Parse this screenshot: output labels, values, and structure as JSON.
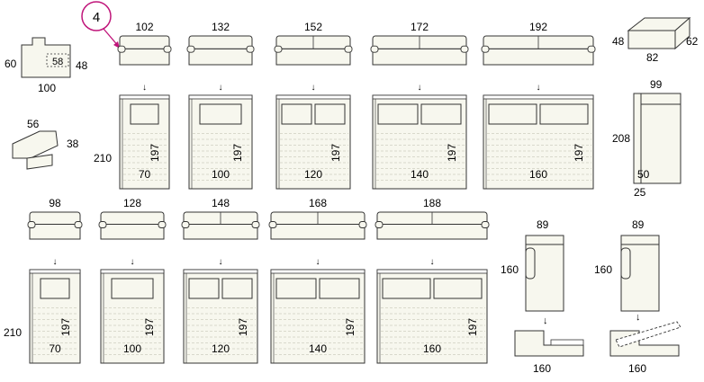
{
  "callout": "4",
  "armrest": {
    "depth": "100",
    "height": "60",
    "seat_height": "48",
    "inner": "58"
  },
  "cushion": {
    "width": "56",
    "depth": "38"
  },
  "row1": [
    {
      "sofa_width": "102",
      "mattress_width": "70",
      "mattress_length": "197",
      "pillows": 1
    },
    {
      "sofa_width": "132",
      "mattress_width": "100",
      "mattress_length": "197",
      "pillows": 1
    },
    {
      "sofa_width": "152",
      "mattress_width": "120",
      "mattress_length": "197",
      "pillows": 2
    },
    {
      "sofa_width": "172",
      "mattress_width": "140",
      "mattress_length": "197",
      "pillows": 2
    },
    {
      "sofa_width": "192",
      "mattress_width": "160",
      "mattress_length": "197",
      "pillows": 2
    }
  ],
  "row2": [
    {
      "sofa_width": "98",
      "mattress_width": "70",
      "mattress_length": "197",
      "pillows": 1
    },
    {
      "sofa_width": "128",
      "mattress_width": "100",
      "mattress_length": "197",
      "pillows": 1
    },
    {
      "sofa_width": "148",
      "mattress_width": "120",
      "mattress_length": "197",
      "pillows": 2
    },
    {
      "sofa_width": "168",
      "mattress_width": "140",
      "mattress_length": "197",
      "pillows": 2
    },
    {
      "sofa_width": "188",
      "mattress_width": "160",
      "mattress_length": "197",
      "pillows": 2
    }
  ],
  "open_length": {
    "row1": "210",
    "row2": "210"
  },
  "pouf": {
    "height": "48",
    "width": "82",
    "depth": "62"
  },
  "chaise": {
    "width": "99",
    "length": "208",
    "seat": "50",
    "arm": "25"
  },
  "corner_units": [
    {
      "width": "89",
      "length": "160",
      "open_width": "160"
    },
    {
      "width": "89",
      "length": "160",
      "open_width": "160"
    }
  ],
  "colors": {
    "line": "#333333",
    "fill": "#f7f7ee",
    "callout": "#c0157a",
    "text": "#1a1a1a"
  }
}
